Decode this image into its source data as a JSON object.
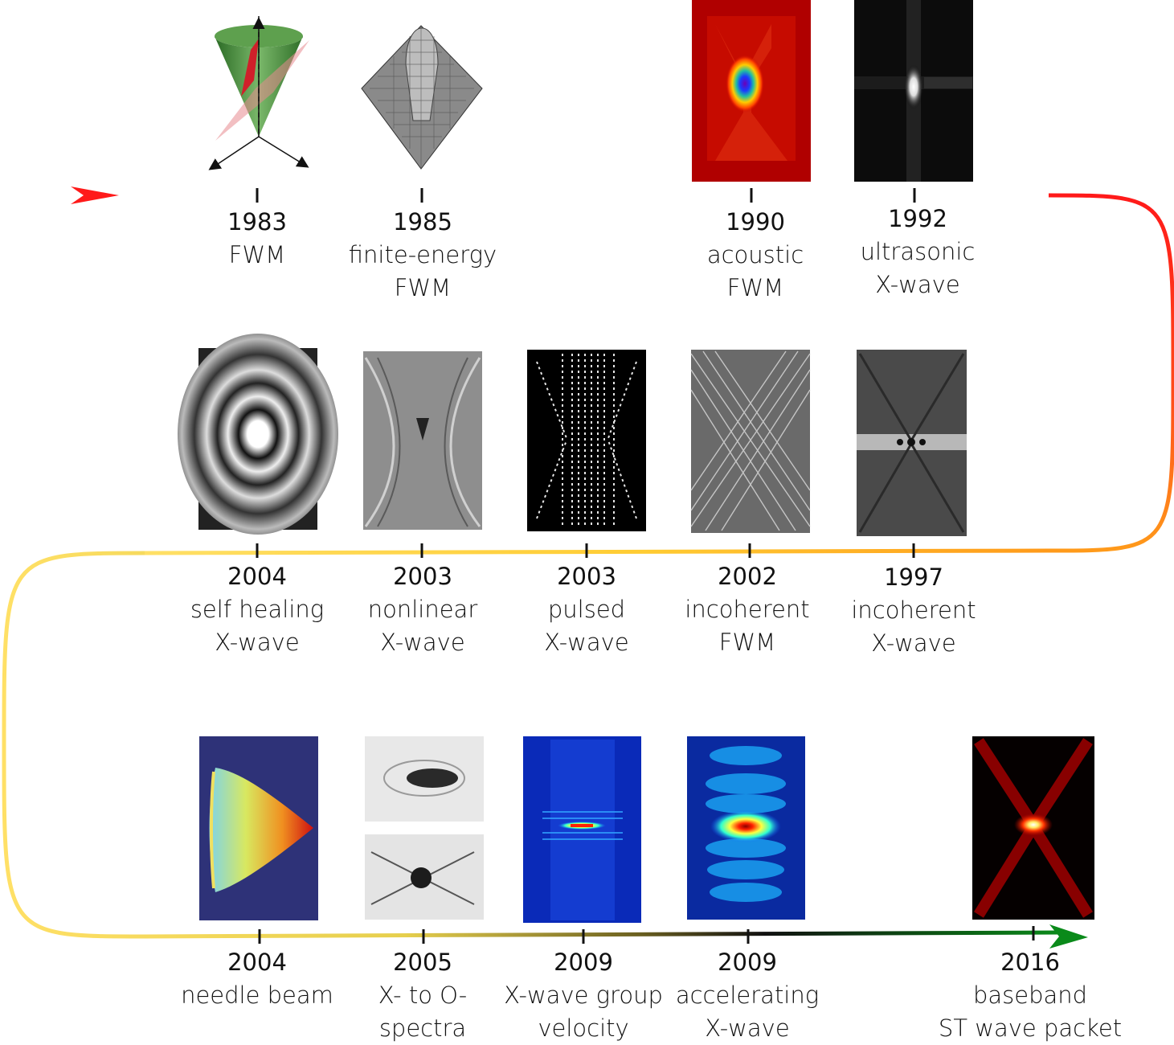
{
  "milestones": [
    {
      "id": "m1983",
      "year": "1983",
      "lines": [
        "FWM",
        ""
      ]
    },
    {
      "id": "m1985",
      "year": "1985",
      "lines": [
        "finite-energy",
        "FWM"
      ]
    },
    {
      "id": "m1990",
      "year": "1990",
      "lines": [
        "acoustic",
        "FWM"
      ]
    },
    {
      "id": "m1992",
      "year": "1992",
      "lines": [
        "ultrasonic",
        "X-wave"
      ]
    },
    {
      "id": "m2004a",
      "year": "2004",
      "lines": [
        "self healing",
        "X-wave"
      ]
    },
    {
      "id": "m2003a",
      "year": "2003",
      "lines": [
        "nonlinear",
        "X-wave"
      ]
    },
    {
      "id": "m2003b",
      "year": "2003",
      "lines": [
        "pulsed",
        "X-wave"
      ]
    },
    {
      "id": "m2002",
      "year": "2002",
      "lines": [
        "incoherent",
        "FWM"
      ]
    },
    {
      "id": "m1997",
      "year": "1997",
      "lines": [
        "incoherent",
        "X-wave"
      ]
    },
    {
      "id": "m2004b",
      "year": "2004",
      "lines": [
        "needle beam",
        ""
      ]
    },
    {
      "id": "m2005",
      "year": "2005",
      "lines": [
        "X- to O-",
        "spectra"
      ]
    },
    {
      "id": "m2009a",
      "year": "2009",
      "lines": [
        "X-wave group",
        "velocity"
      ]
    },
    {
      "id": "m2009b",
      "year": "2009",
      "lines": [
        "accelerating",
        "X-wave"
      ]
    },
    {
      "id": "m2016",
      "year": "2016",
      "lines": [
        "baseband",
        "ST wave packet"
      ]
    }
  ],
  "colors": {
    "track_start": "#ff1a1a",
    "track_mid": "#ff8c1a",
    "track_yellow": "#ffe066",
    "track_dark": "#111111",
    "track_end": "#0a8a1a"
  }
}
